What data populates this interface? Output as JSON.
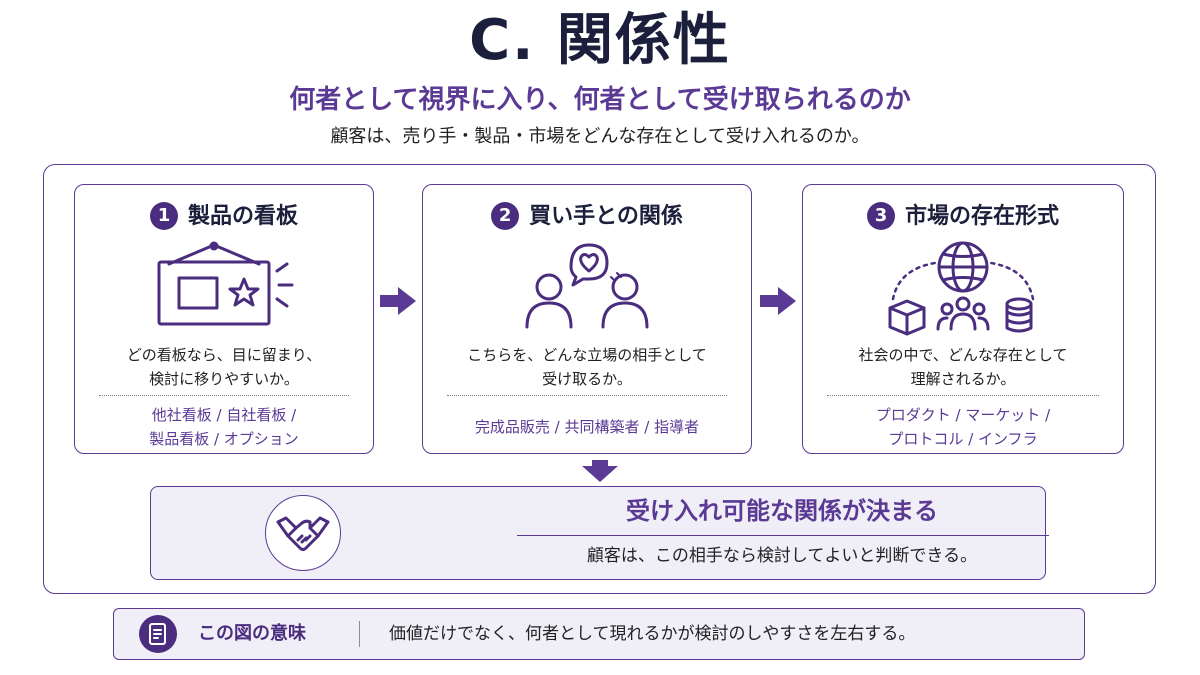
{
  "header": {
    "title": "C. 関係性",
    "subtitle": "何者として視界に入り、何者として受け取られるのか",
    "lead": "顧客は、売り手・製品・市場をどんな存在として受け入れるのか。"
  },
  "cards": [
    {
      "number": "1",
      "title": "製品の看板",
      "icon": "signboard-icon",
      "desc": [
        "どの看板なら、目に留まり、",
        "検討に移りやすいか。"
      ],
      "tags": [
        "他社看板 / 自社看板 /",
        "製品看板 / オプション"
      ]
    },
    {
      "number": "2",
      "title": "買い手との関係",
      "icon": "relationship-icon",
      "desc": [
        "こちらを、どんな立場の相手として",
        "受け取るか。"
      ],
      "tags": [
        "完成品販売 / 共同構築者 / 指導者"
      ]
    },
    {
      "number": "3",
      "title": "市場の存在形式",
      "icon": "market-globe-icon",
      "desc": [
        "社会の中で、どんな存在として",
        "理解されるか。"
      ],
      "tags": [
        "プロダクト / マーケット /",
        "プロトコル / インフラ"
      ]
    }
  ],
  "result": {
    "icon": "handshake-icon",
    "title": "受け入れ可能な関係が決まる",
    "desc": "顧客は、この相手なら検討してよいと判断できる。"
  },
  "meaning": {
    "icon": "document-icon",
    "label": "この図の意味",
    "text": "価値だけでなく、何者として現れるかが検討のしやすさを左右する。"
  },
  "colors": {
    "accent": "#5a3a94",
    "dark_purple": "#4a2d7e",
    "title": "#1c1f3b",
    "panel_bg": "#f0eef6"
  }
}
